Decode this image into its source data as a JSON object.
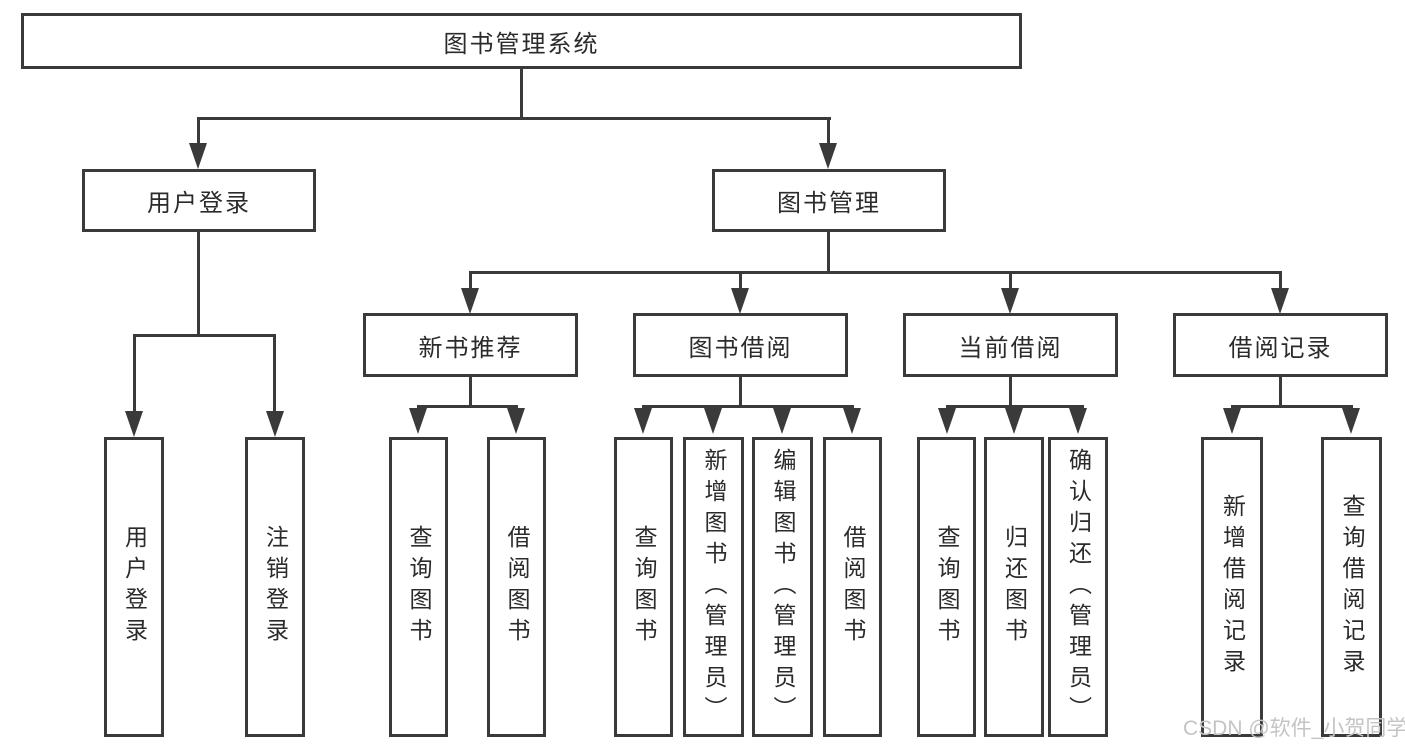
{
  "diagram": {
    "root": {
      "label": "图书管理系统",
      "children": [
        {
          "label": "用户登录",
          "children": [
            {
              "label": "用户登录"
            },
            {
              "label": "注销登录"
            }
          ]
        },
        {
          "label": "图书管理",
          "children": [
            {
              "label": "新书推荐",
              "children": [
                {
                  "label": "查询图书"
                },
                {
                  "label": "借阅图书"
                }
              ]
            },
            {
              "label": "图书借阅",
              "children": [
                {
                  "label": "查询图书"
                },
                {
                  "label": "新增图书（管理员）"
                },
                {
                  "label": "编辑图书（管理员）"
                },
                {
                  "label": "借阅图书"
                }
              ]
            },
            {
              "label": "当前借阅",
              "children": [
                {
                  "label": "查询图书"
                },
                {
                  "label": "归还图书"
                },
                {
                  "label": "确认归还（管理员）"
                }
              ]
            },
            {
              "label": "借阅记录",
              "children": [
                {
                  "label": "新增借阅记录"
                },
                {
                  "label": "查询借阅记录"
                }
              ]
            }
          ]
        }
      ]
    },
    "line_color": "#3a3a3a",
    "watermark": {
      "text": "CSDN @软件_小贺同学",
      "color": "#c4c4c4"
    }
  }
}
